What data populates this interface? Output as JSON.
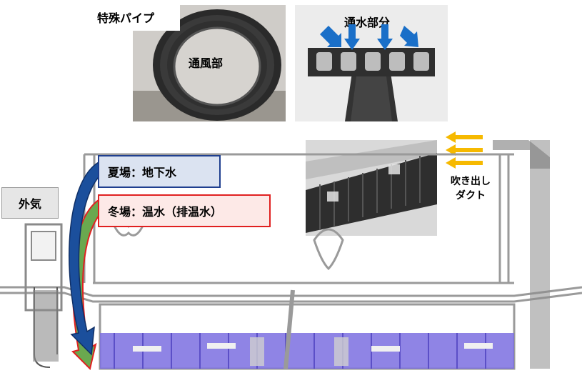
{
  "photos": {
    "pipe_label": "特殊パイプ",
    "air_part_label": "通風部",
    "water_part_label": "通水部分",
    "duct_label": "吹き出し\nダクト"
  },
  "labels": {
    "outside_air": "外気",
    "summer": "夏場：地下水",
    "winter": "冬場：温水（排温水）"
  },
  "colors": {
    "summer_border": "#1f3f8f",
    "summer_fill": "#dbe3f1",
    "winter_border": "#e02020",
    "winter_fill": "#fde9e7",
    "outside_fill": "#e6e6e6",
    "summer_arrow": "#1b4f9c",
    "winter_arrow": "#6aa84f",
    "blue_down_arrow": "#1a6fc8",
    "yellow_arrow": "#f6b900",
    "tube_fill": "#7b6fe0"
  },
  "icons": [
    "blue-down-arrow-icon",
    "yellow-left-arrow-icon",
    "curved-flow-arrow-icon"
  ]
}
